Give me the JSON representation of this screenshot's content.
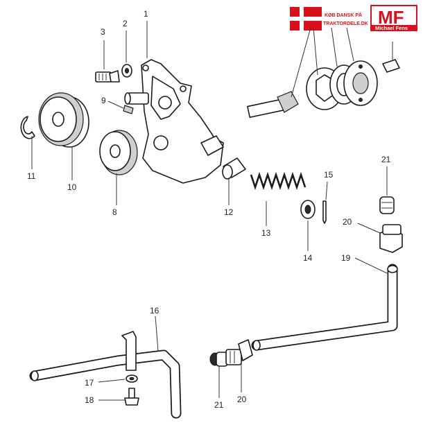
{
  "diagram": {
    "callouts": {
      "p1": "1",
      "p2": "2",
      "p3": "3",
      "p8": "8",
      "p9": "9",
      "p10": "10",
      "p11": "11",
      "p12": "12",
      "p13": "13",
      "p14": "14",
      "p15": "15",
      "p16": "16",
      "p17": "17",
      "p18": "18",
      "p19": "19",
      "p20a": "20",
      "p20b": "20",
      "p21a": "21",
      "p21b": "21"
    }
  },
  "branding": {
    "dk_line1": "KØB DANSK PÅ",
    "dk_line2": "TRAKTORDELE.DK",
    "mf_logo": "MF",
    "mf_name": "Michael Fens",
    "colors": {
      "brand_red": "#d8101c"
    }
  }
}
